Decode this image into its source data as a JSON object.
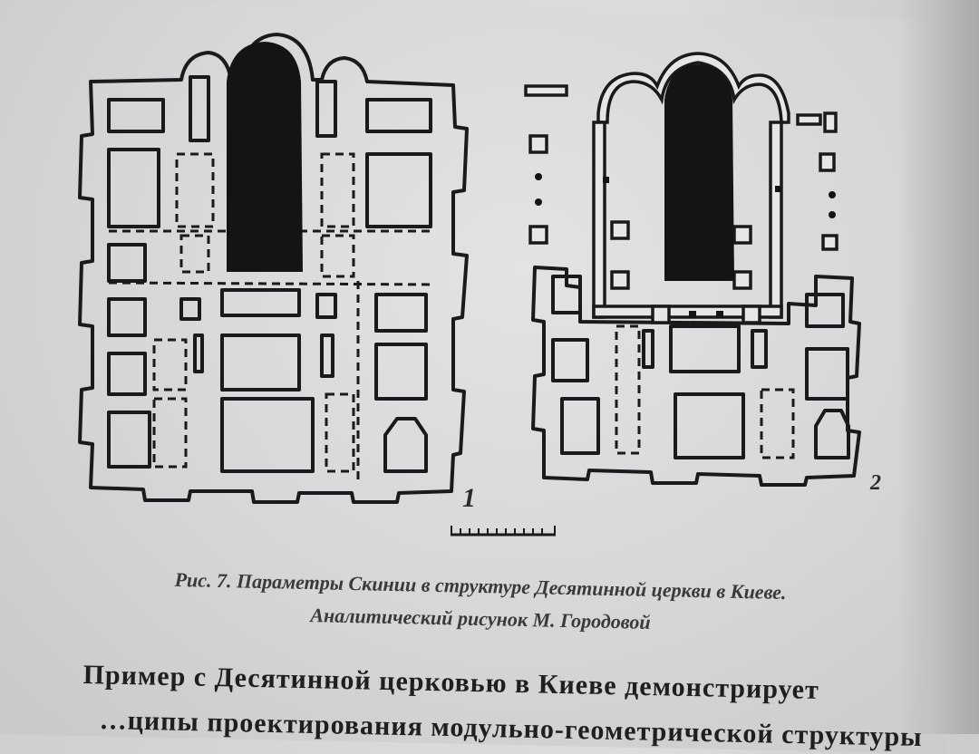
{
  "figure": {
    "plan_1_number": "1",
    "plan_2_number": "2"
  },
  "caption": {
    "line1": "Рис. 7. Параметры Скинии в структуре Десятинной церкви в Киеве.",
    "line2": "Аналитический рисунок М. Городовой"
  },
  "body": {
    "line1": "Пример с Десятинной церковью в Киеве демонстрирует",
    "line2": "…ципы проектирования модульно-геометрической структуры"
  }
}
